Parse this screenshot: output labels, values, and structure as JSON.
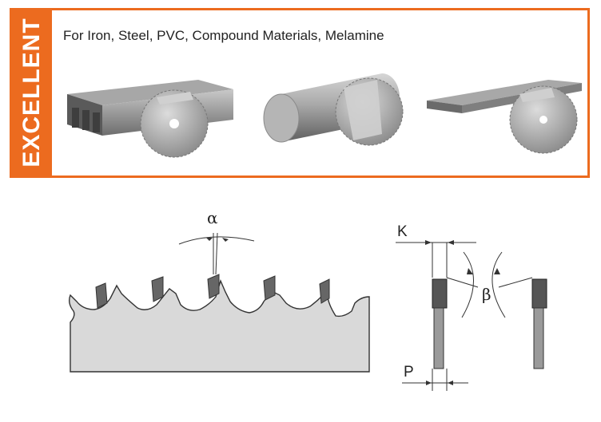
{
  "badge": {
    "label": "EXCELLENT"
  },
  "header": {
    "subtitle": "For Iron, Steel, PVC, Compound Materials, Melamine"
  },
  "illustrations": [
    {
      "icon": "profile-sawing-icon"
    },
    {
      "icon": "round-bar-sawing-icon"
    },
    {
      "icon": "sheet-sawing-icon"
    }
  ],
  "tooth_diagram": {
    "angle_label": "α"
  },
  "section_diagram": {
    "k_label": "K",
    "beta_label": "β",
    "p_label": "P"
  },
  "colors": {
    "accent": "#ec6b1f",
    "blade": "#d9d9d9",
    "carbide": "#555555"
  }
}
